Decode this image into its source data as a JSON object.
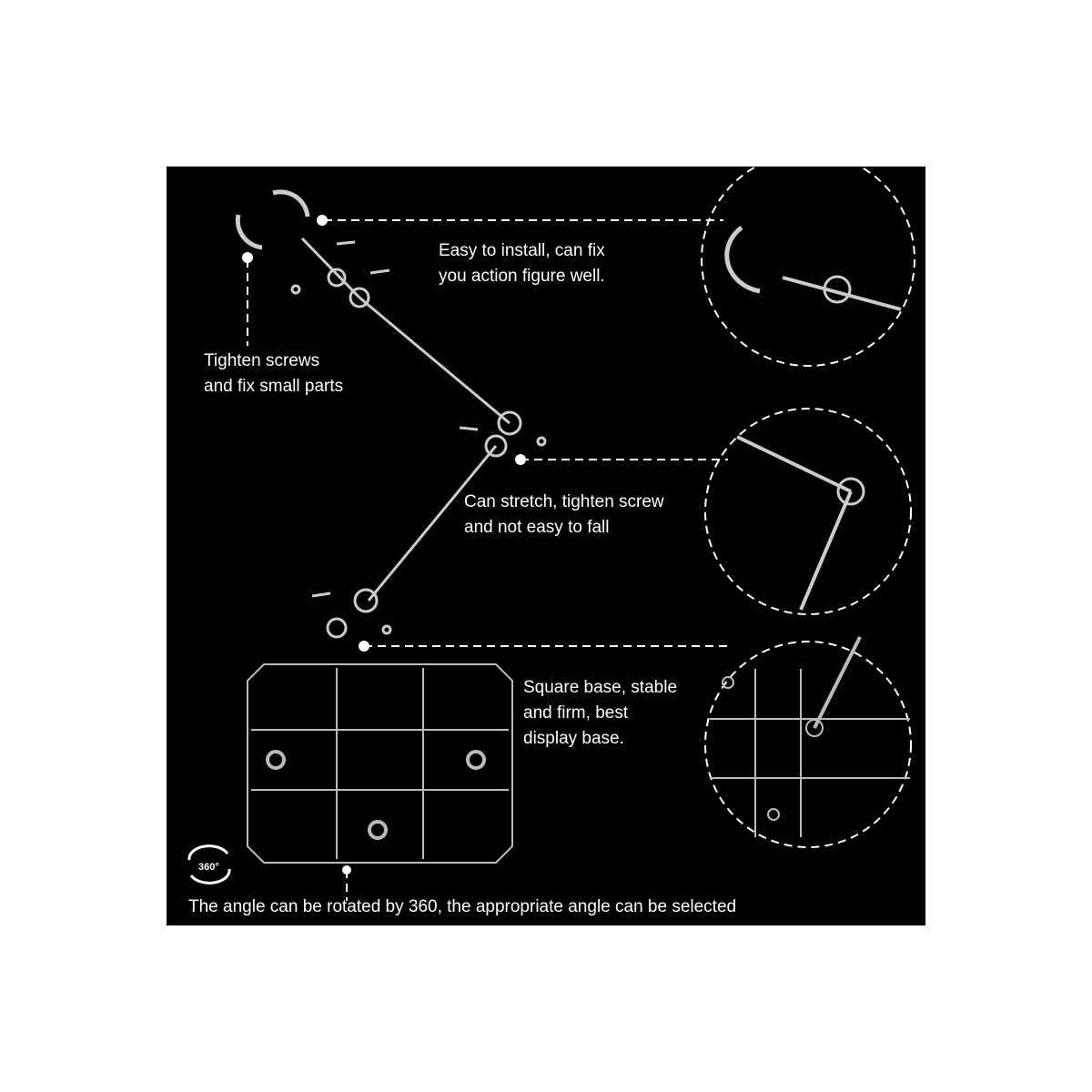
{
  "captions": {
    "install": "Easy to install, can fix\nyou action figure well.",
    "screws": "Tighten screws\nand fix small parts",
    "stretch": "Can stretch, tighten screw\nand not easy to fall",
    "base": "Square base, stable\nand firm, best\ndisplay base.",
    "rotate": "The angle can be rotated by 360, the appropriate angle can be selected"
  },
  "rotate_badge": "360°",
  "colors": {
    "background": "#000000",
    "foreground": "#ffffff",
    "page": "#ffffff"
  }
}
